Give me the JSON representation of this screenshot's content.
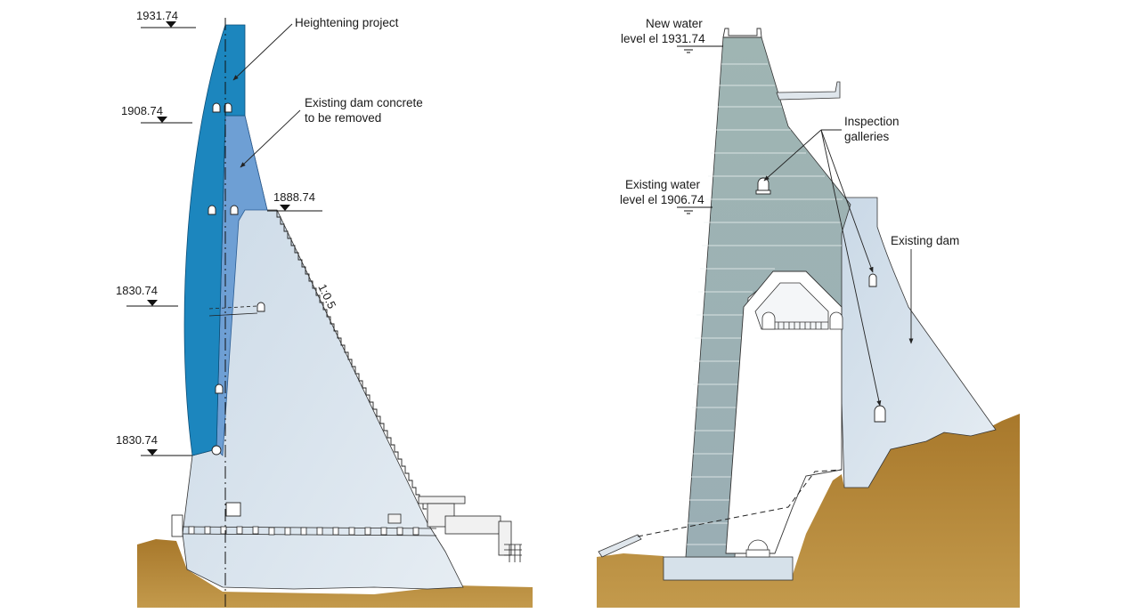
{
  "left_section": {
    "elevations": [
      "1931.74",
      "1908.74",
      "1888.74",
      "1830.74",
      "1830.74"
    ],
    "slope_label": "1:0.5",
    "callouts": {
      "heightening": "Heightening project",
      "removed_line1": "Existing dam concrete",
      "removed_line2": "to be removed"
    }
  },
  "right_section": {
    "new_water_level_line1": "New water",
    "new_water_level_line2": "level el 1931.74",
    "existing_water_level_line1": "Existing water",
    "existing_water_level_line2": "level el 1906.74",
    "inspection_line1": "Inspection",
    "inspection_line2": "galleries",
    "existing_dam": "Existing dam"
  },
  "colors": {
    "heightening_fill": "#1c86be",
    "removed_concrete_fill": "#6e9fd4",
    "existing_dam_fill": "#d3dfe9",
    "new_dam_fill": "#a2b3ae",
    "ground_fill": "#b98a35"
  }
}
